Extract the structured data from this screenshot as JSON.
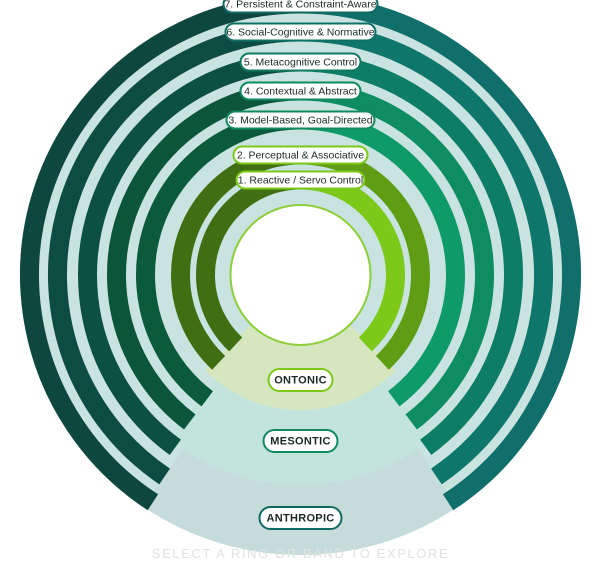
{
  "rings": [
    {
      "label": "1. Reactive / Servo Control",
      "color_left": "#3f6f12",
      "color_right": "#7cc91a",
      "label_border": "#7cc91a"
    },
    {
      "label": "2. Perceptual & Associative",
      "color_left": "#3f6f12",
      "color_right": "#5f9e14",
      "label_border": "#7cc91a"
    },
    {
      "label": "3. Model-Based, Goal-Directed",
      "color_left": "#0b5a3c",
      "color_right": "#0f9a6a",
      "label_border": "#0f8a5f"
    },
    {
      "label": "4. Contextual & Abstract",
      "color_left": "#0b553a",
      "color_right": "#0e8c62",
      "label_border": "#0f8a5f"
    },
    {
      "label": "5. Metacognitive Control",
      "color_left": "#0c5140",
      "color_right": "#0e7d66",
      "label_border": "#0f7a63"
    },
    {
      "label": "6. Social-Cognitive & Normative",
      "color_left": "#0d4c42",
      "color_right": "#0f766c",
      "label_border": "#0f7066"
    },
    {
      "label": "7. Persistent & Constraint-Aware",
      "color_left": "#0e4740",
      "color_right": "#106f6a",
      "label_border": "#0f6a64"
    }
  ],
  "bands": [
    {
      "label": "ONTONIC",
      "fill": "#d6e7c0",
      "border": "#7cc91a"
    },
    {
      "label": "MESONTIC",
      "fill": "#c2e4dc",
      "border": "#0f8a5f"
    },
    {
      "label": "ANTHROPIC",
      "fill": "#c5dcdb",
      "border": "#0f6a64"
    }
  ],
  "background_disc": "#c9e3e0",
  "hint": "SELECT A RING OR BAND TO EXPLORE"
}
